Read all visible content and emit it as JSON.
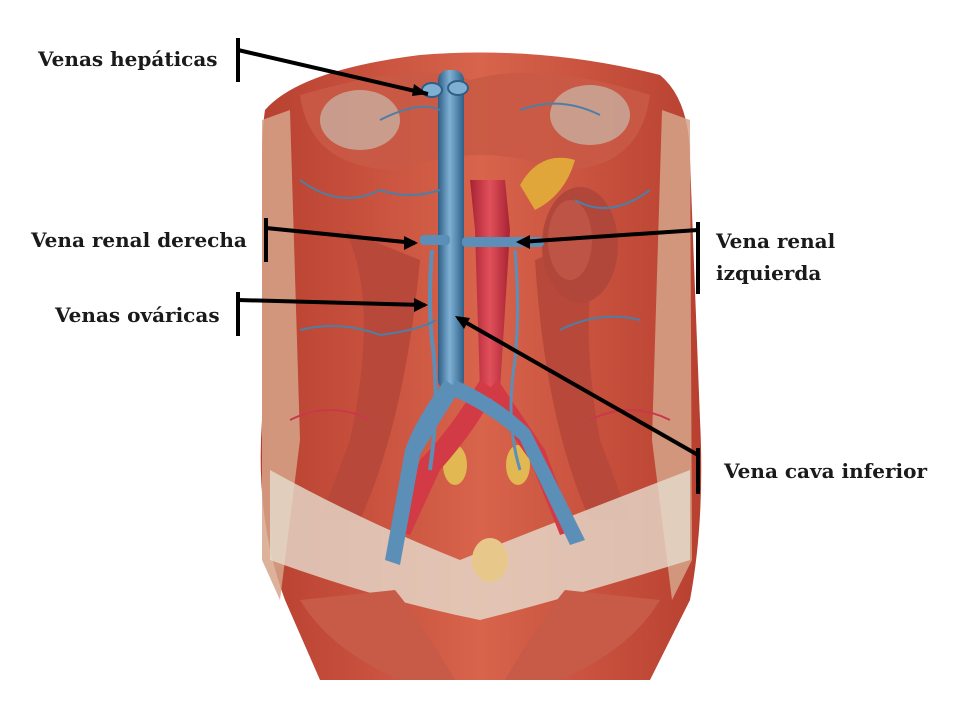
{
  "labels": {
    "hepatic_veins": "Venas hepáticas",
    "right_renal_vein": "Vena renal derecha",
    "left_renal_vein_line1": "Vena renal",
    "left_renal_vein_line2": "izquierda",
    "ovarian_veins": "Venas ováricas",
    "inferior_vena_cava": "Vena cava inferior"
  },
  "colors": {
    "background": "#ffffff",
    "muscle": "#c8503e",
    "muscle_light": "#e08a72",
    "fascia": "#d9cbb8",
    "vein_blue": "#5c8fb8",
    "vein_blue_dark": "#2f5f86",
    "artery_red": "#d23a45",
    "kidney": "#b0473a",
    "adrenal": "#e0a63a",
    "leader_line": "#000000"
  }
}
